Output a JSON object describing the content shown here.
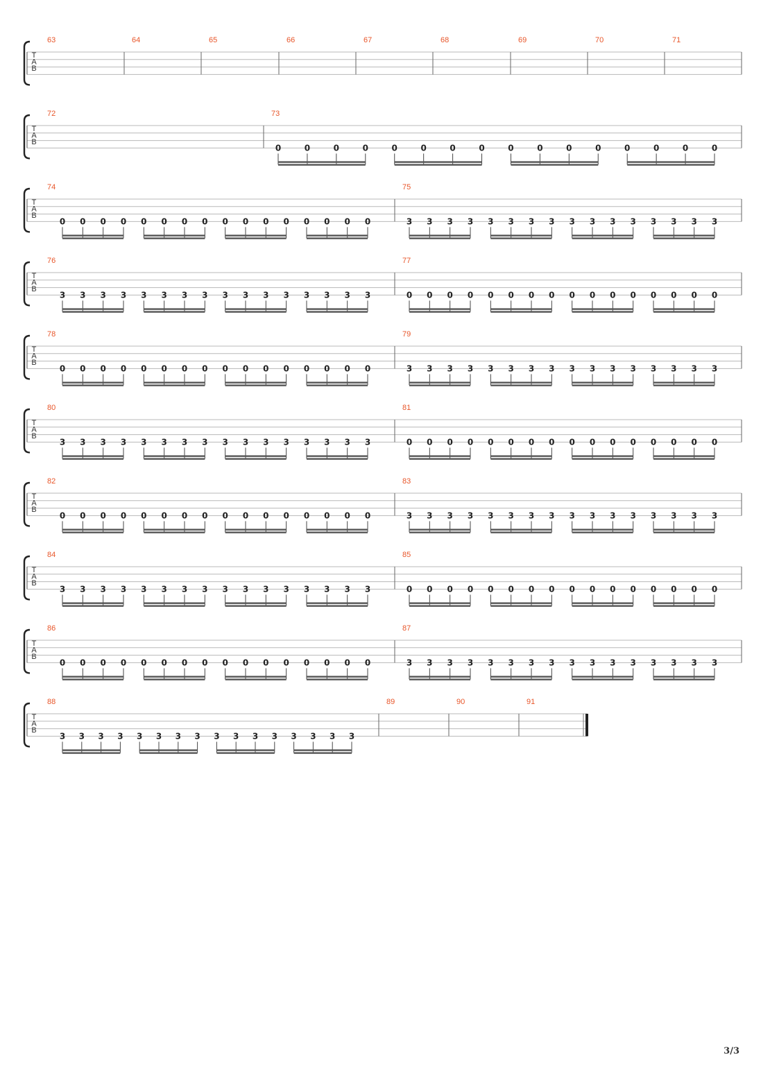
{
  "page": {
    "number_label": "3/3"
  },
  "clef": [
    "T",
    "A",
    "B"
  ],
  "systems": [
    {
      "measures": [
        {
          "num": "63",
          "notes": []
        },
        {
          "num": "64",
          "notes": []
        },
        {
          "num": "65",
          "notes": []
        },
        {
          "num": "66",
          "notes": []
        },
        {
          "num": "67",
          "notes": []
        },
        {
          "num": "68",
          "notes": []
        },
        {
          "num": "69",
          "notes": []
        },
        {
          "num": "70",
          "notes": []
        },
        {
          "num": "71",
          "notes": []
        }
      ]
    },
    {
      "measures": [
        {
          "num": "72",
          "notes": []
        },
        {
          "num": "73",
          "notes": [
            "0",
            "0",
            "0",
            "0",
            "0",
            "0",
            "0",
            "0",
            "0",
            "0",
            "0",
            "0",
            "0",
            "0",
            "0",
            "0"
          ]
        }
      ]
    },
    {
      "measures": [
        {
          "num": "74",
          "notes": [
            "0",
            "0",
            "0",
            "0",
            "0",
            "0",
            "0",
            "0",
            "0",
            "0",
            "0",
            "0",
            "0",
            "0",
            "0",
            "0"
          ]
        },
        {
          "num": "75",
          "notes": [
            "3",
            "3",
            "3",
            "3",
            "3",
            "3",
            "3",
            "3",
            "3",
            "3",
            "3",
            "3",
            "3",
            "3",
            "3",
            "3"
          ]
        }
      ]
    },
    {
      "measures": [
        {
          "num": "76",
          "notes": [
            "3",
            "3",
            "3",
            "3",
            "3",
            "3",
            "3",
            "3",
            "3",
            "3",
            "3",
            "3",
            "3",
            "3",
            "3",
            "3"
          ]
        },
        {
          "num": "77",
          "notes": [
            "0",
            "0",
            "0",
            "0",
            "0",
            "0",
            "0",
            "0",
            "0",
            "0",
            "0",
            "0",
            "0",
            "0",
            "0",
            "0"
          ]
        }
      ]
    },
    {
      "measures": [
        {
          "num": "78",
          "notes": [
            "0",
            "0",
            "0",
            "0",
            "0",
            "0",
            "0",
            "0",
            "0",
            "0",
            "0",
            "0",
            "0",
            "0",
            "0",
            "0"
          ]
        },
        {
          "num": "79",
          "notes": [
            "3",
            "3",
            "3",
            "3",
            "3",
            "3",
            "3",
            "3",
            "3",
            "3",
            "3",
            "3",
            "3",
            "3",
            "3",
            "3"
          ]
        }
      ]
    },
    {
      "measures": [
        {
          "num": "80",
          "notes": [
            "3",
            "3",
            "3",
            "3",
            "3",
            "3",
            "3",
            "3",
            "3",
            "3",
            "3",
            "3",
            "3",
            "3",
            "3",
            "3"
          ]
        },
        {
          "num": "81",
          "notes": [
            "0",
            "0",
            "0",
            "0",
            "0",
            "0",
            "0",
            "0",
            "0",
            "0",
            "0",
            "0",
            "0",
            "0",
            "0",
            "0"
          ]
        }
      ]
    },
    {
      "measures": [
        {
          "num": "82",
          "notes": [
            "0",
            "0",
            "0",
            "0",
            "0",
            "0",
            "0",
            "0",
            "0",
            "0",
            "0",
            "0",
            "0",
            "0",
            "0",
            "0"
          ]
        },
        {
          "num": "83",
          "notes": [
            "3",
            "3",
            "3",
            "3",
            "3",
            "3",
            "3",
            "3",
            "3",
            "3",
            "3",
            "3",
            "3",
            "3",
            "3",
            "3"
          ]
        }
      ]
    },
    {
      "measures": [
        {
          "num": "84",
          "notes": [
            "3",
            "3",
            "3",
            "3",
            "3",
            "3",
            "3",
            "3",
            "3",
            "3",
            "3",
            "3",
            "3",
            "3",
            "3",
            "3"
          ]
        },
        {
          "num": "85",
          "notes": [
            "0",
            "0",
            "0",
            "0",
            "0",
            "0",
            "0",
            "0",
            "0",
            "0",
            "0",
            "0",
            "0",
            "0",
            "0",
            "0"
          ]
        }
      ]
    },
    {
      "measures": [
        {
          "num": "86",
          "notes": [
            "0",
            "0",
            "0",
            "0",
            "0",
            "0",
            "0",
            "0",
            "0",
            "0",
            "0",
            "0",
            "0",
            "0",
            "0",
            "0"
          ]
        },
        {
          "num": "87",
          "notes": [
            "3",
            "3",
            "3",
            "3",
            "3",
            "3",
            "3",
            "3",
            "3",
            "3",
            "3",
            "3",
            "3",
            "3",
            "3",
            "3"
          ]
        }
      ]
    },
    {
      "measures": [
        {
          "num": "88",
          "notes": [
            "3",
            "3",
            "3",
            "3",
            "3",
            "3",
            "3",
            "3",
            "3",
            "3",
            "3",
            "3",
            "3",
            "3",
            "3",
            "3"
          ]
        },
        {
          "num": "89",
          "notes": []
        },
        {
          "num": "90",
          "notes": []
        },
        {
          "num": "91",
          "notes": []
        }
      ]
    }
  ]
}
